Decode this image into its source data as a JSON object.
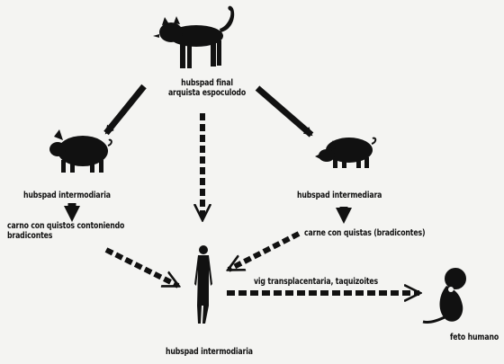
{
  "nodes": {
    "final_host": {
      "line1": "hubspad final",
      "line2": "arquista espoculodo"
    },
    "intermediate_left": {
      "label": "hubspad intermodiaria"
    },
    "intermediate_right": {
      "label": "hubspad intermediara"
    },
    "meat_left": {
      "line1": "carno con quistos contoniendo",
      "line2": "bradicontes"
    },
    "meat_right": {
      "label": "carne con quistas (bradicontes)"
    },
    "human_host": {
      "label": "hubspad intermodiaria"
    },
    "fetus": {
      "label": "feto humano"
    }
  },
  "edges": {
    "transplacental": {
      "label": "vig transplacentaria, taquizoites"
    }
  }
}
